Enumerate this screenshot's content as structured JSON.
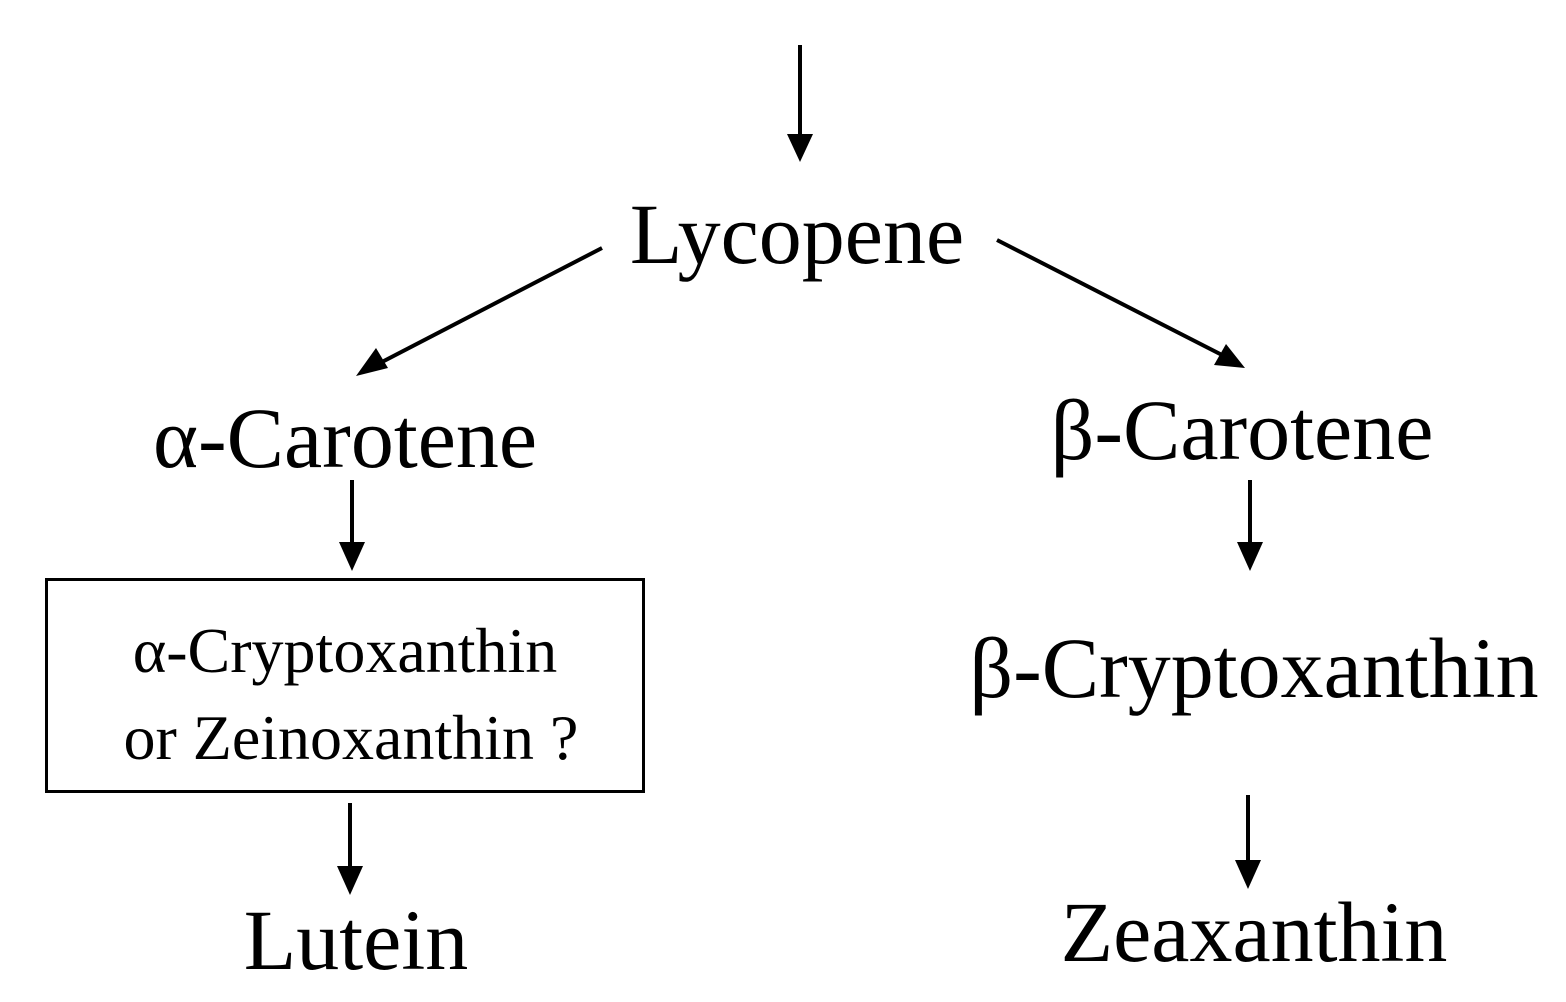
{
  "nodes": {
    "lycopene": "Lycopene",
    "alpha_carotene": "α-Carotene",
    "beta_carotene": "β-Carotene",
    "alpha_box": {
      "line1": "α-Cryptoxanthin",
      "line2": "or Zeinoxanthin ?"
    },
    "beta_cryptoxanthin": "β-Cryptoxanthin",
    "lutein": "Lutein",
    "zeaxanthin": "Zeaxanthin"
  },
  "style": {
    "line_color": "#000000",
    "text_color": "#000000",
    "background": "#ffffff"
  }
}
